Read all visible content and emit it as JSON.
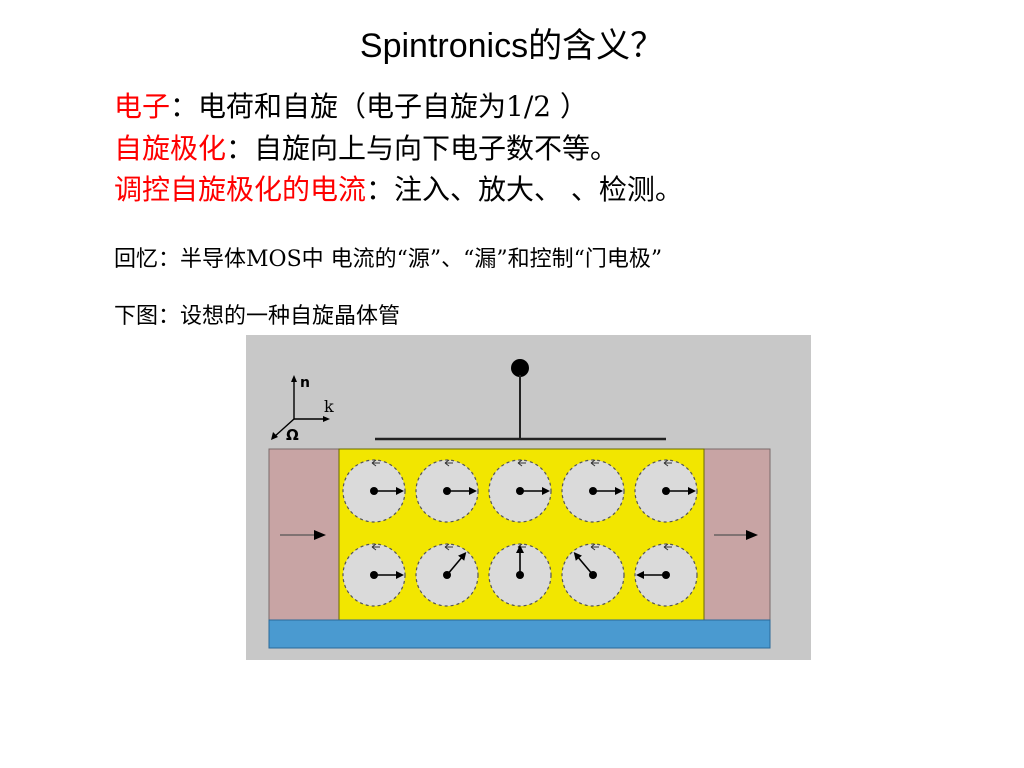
{
  "slide": {
    "title": "Spintronics的含义？",
    "line1": {
      "term": "电子",
      "rest": "：电荷和自旋（电子自旋为1/2 ）"
    },
    "line2": {
      "term": "自旋极化",
      "rest": "：自旋向上与向下电子数不等。"
    },
    "line3": {
      "term": "调控自旋极化的电流",
      "rest": "：注入、放大、 、检测。"
    },
    "recall": "回忆：半导体MOS中 电流的“源”、“漏”和控制“门电极”",
    "figure_caption": "下图：设想的一种自旋晶体管"
  },
  "figure": {
    "axis_labels": {
      "n": "n",
      "k": "k",
      "omega": "Ω"
    },
    "colors": {
      "background": "#c8c8c8",
      "channel": "#f2e600",
      "contacts": "#c8a4a4",
      "substrate": "#4a9ad0",
      "circle_fill": "#dadada"
    },
    "top_row_spin_directions": [
      "right",
      "right",
      "right",
      "right",
      "right"
    ],
    "bottom_row_spin_directions": [
      "right",
      "up-right",
      "up",
      "up-left",
      "left"
    ]
  }
}
